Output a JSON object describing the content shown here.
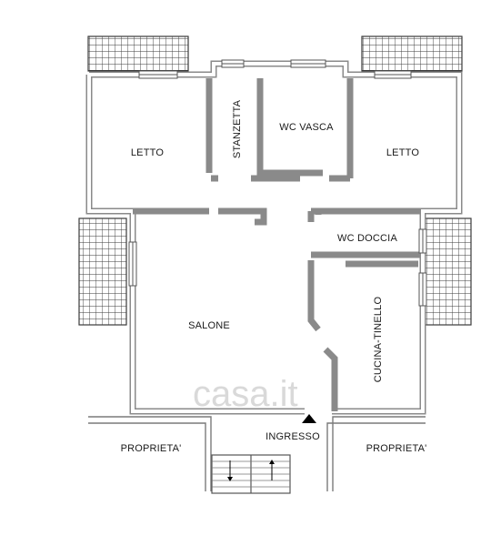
{
  "rooms": {
    "letto_left": "LETTO",
    "stanzetta": "STANZETTA",
    "wc_vasca": "WC  VASCA",
    "letto_right": "LETTO",
    "wc_doccia": "WC  DOCCIA",
    "salone": "SALONE",
    "cucina": "CUCINA-TINELLO",
    "ingresso": "INGRESSO",
    "proprieta_left": "PROPRIETA'",
    "proprieta_right": "PROPRIETA'"
  },
  "watermark": "casa.it"
}
